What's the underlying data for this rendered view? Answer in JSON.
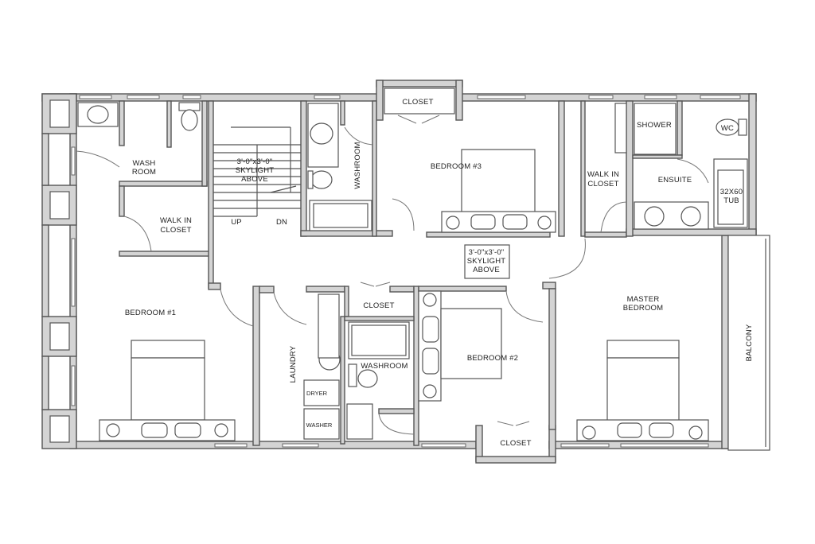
{
  "rooms": {
    "closet_top": "CLOSET",
    "washroom_top_line1": "WASH",
    "washroom_top_line2": "ROOM",
    "skylight_1_line1": "3'-0\"x3'-0\"",
    "skylight_1_line2": "SKYLIGHT",
    "skylight_1_line3": "ABOVE",
    "washroom_vertical": "WASHROOM",
    "bedroom3": "BEDROOM #3",
    "walkin_right_line1": "WALK IN",
    "walkin_right_line2": "CLOSET",
    "shower": "SHOWER",
    "wc": "WC",
    "ensuite": "ENSUITE",
    "tub_line1": "32X60",
    "tub_line2": "TUB",
    "walkin_left_line1": "WALK IN",
    "walkin_left_line2": "CLOSET",
    "stairs_up": "UP",
    "stairs_dn": "DN",
    "skylight_2_line1": "3'-0\"x3'-0\"",
    "skylight_2_line2": "SKYLIGHT",
    "skylight_2_line3": "ABOVE",
    "bedroom1": "BEDROOM #1",
    "closet_mid": "CLOSET",
    "master_line1": "MASTER",
    "master_line2": "BEDROOM",
    "balcony": "BALCONY",
    "laundry": "LAUNDRY",
    "washroom_mid": "WASHROOM",
    "bedroom2": "BEDROOM #2",
    "dryer": "DRYER",
    "washer": "WASHER",
    "closet_bottom": "CLOSET"
  }
}
